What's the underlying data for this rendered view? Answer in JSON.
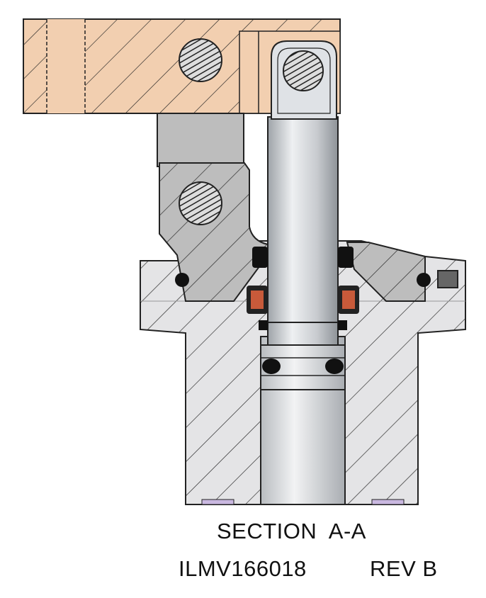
{
  "drawing": {
    "section_label": "SECTION  A-A",
    "part_number": "ILMV166018",
    "revision": "REV B"
  },
  "colors": {
    "arm": "#f2cfb0",
    "body": "#e4e4e6",
    "link": "#bdbdbd",
    "rod": "#c9ccd0",
    "seal": "#1a1a1a",
    "outline": "#222222"
  }
}
